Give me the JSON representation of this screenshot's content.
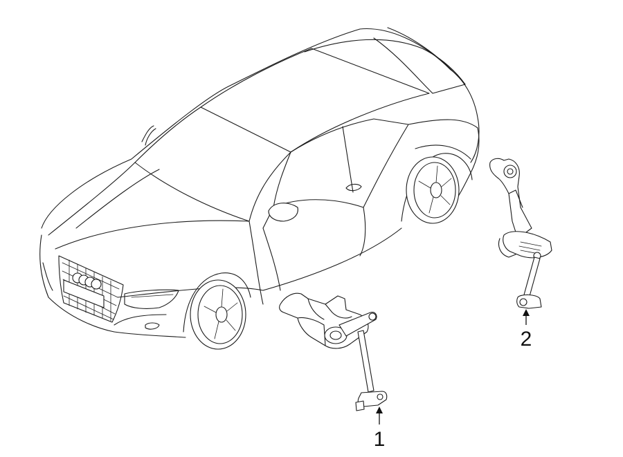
{
  "callouts": [
    {
      "id": "1",
      "label": "1",
      "part": "sensor-link-1"
    },
    {
      "id": "2",
      "label": "2",
      "part": "sensor-link-2"
    }
  ],
  "colors": {
    "line": "#1a1a1a",
    "background": "#ffffff"
  },
  "icons": {
    "brand_badge": "four-rings-logo"
  }
}
